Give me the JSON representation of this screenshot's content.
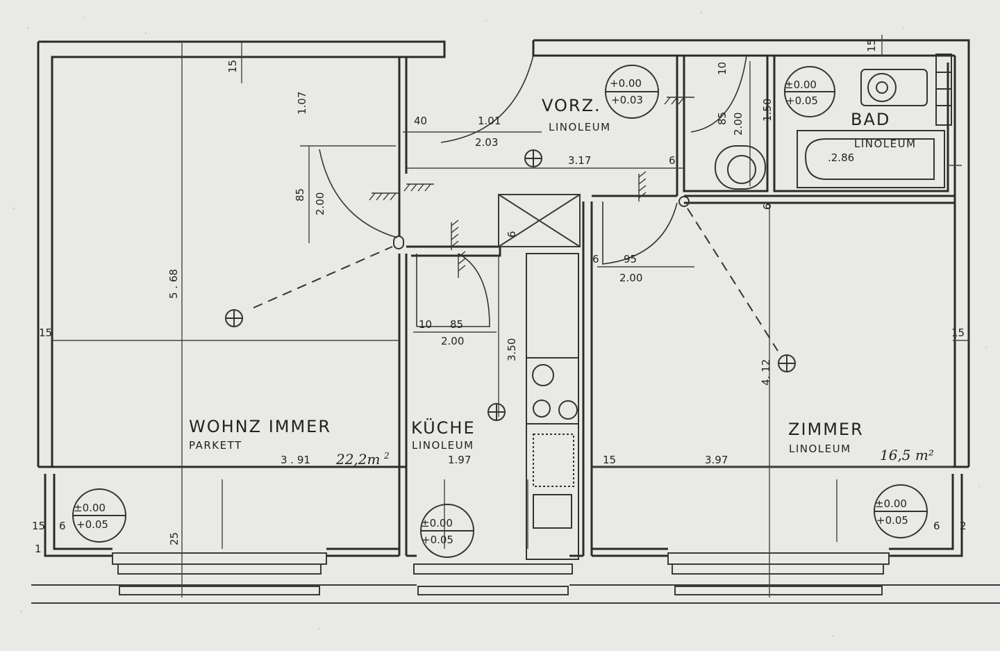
{
  "rooms": {
    "wohnzimmer": {
      "name": "WOHNZ IMMER",
      "floor": "PARKETT"
    },
    "kueche": {
      "name": "KÜCHE",
      "floor": "LINOLEUM"
    },
    "vorz": {
      "name": "VORZ.",
      "floor": "LINOLEUM"
    },
    "bad": {
      "name": "BAD",
      "floor": "LINOLEUM"
    },
    "zimmer": {
      "name": "ZIMMER",
      "floor": "LINOLEUM"
    }
  },
  "dimensions": {
    "wz_width": "3 . 91",
    "wz_length": "5 . 68",
    "wz_door_h": "2.00",
    "wz_door_w": "85",
    "wz_top": "1.07",
    "wz_15_top": "15",
    "wz_15_left": "15",
    "wz_25": "25",
    "wz_6": "6",
    "wz_15b": "15",
    "wz_1": "1",
    "k_width": "1.97",
    "k_length": "3.50",
    "k_door_w": "85",
    "k_door_h": "2.00",
    "k_10": "10",
    "k_6": "6",
    "v_40": "40",
    "v_101": "1.01",
    "v_203": "2.03",
    "v_317": "3.17",
    "v_6": "6",
    "wc_10": "10",
    "wc_85": "85",
    "wc_200": "2.00",
    "b_150": "1.50",
    "b_15": "15",
    "b_286": ".2.86",
    "b_6": "6",
    "z_width": "3.97",
    "z_length": "4. 12",
    "z_95": "95",
    "z_200": "2.00",
    "z_6": "6",
    "z_15": "15",
    "z_15r": "15",
    "z_6b": "6",
    "z_2": "2"
  },
  "handwritten": {
    "wz_area": "22,2m",
    "wz_area_sup": "2",
    "z_area": "16,5 m²"
  },
  "levels": [
    {
      "top": "±0.00",
      "bottom": "+0.05"
    },
    {
      "top": "±0.00",
      "bottom": "+0.05"
    },
    {
      "top": "±0.00",
      "bottom": "+0.05"
    },
    {
      "top": "+0.00",
      "bottom": "+0.03"
    },
    {
      "top": "±0.00",
      "bottom": "+0.05"
    }
  ]
}
